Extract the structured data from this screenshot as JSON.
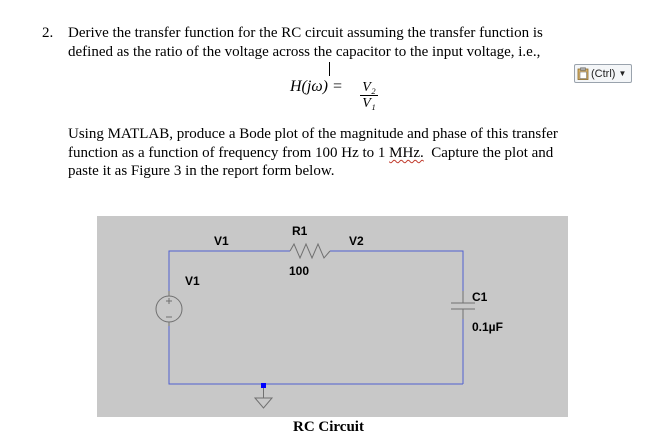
{
  "question": {
    "number": "2.",
    "line1": "Derive the transfer function for the RC circuit assuming the transfer function is",
    "line2": "defined as the ratio of the voltage across the capacitor to the input voltage, i.e.,",
    "equation_lhs": "H(jω) =",
    "equation_num": "V₂",
    "equation_den": "V₁",
    "line3": "Using MATLAB, produce a Bode plot of the magnitude and phase of this transfer",
    "line4_pre": "function as a function of frequency from 100 Hz to 1 ",
    "line4_mhz": "MHz.",
    "line4_post": "  Capture the plot and",
    "line5": "paste it as Figure 3 in the report form below."
  },
  "paste_options": {
    "label": "(Ctrl)",
    "icon": "clipboard-icon"
  },
  "schematic": {
    "source_label": "V1",
    "node_v1_label": "V1",
    "resistor_name": "R1",
    "resistor_value": "100",
    "node_v2_label": "V2",
    "capacitor_name": "C1",
    "capacitor_value": "0.1µF",
    "caption": "RC Circuit",
    "colors": {
      "background": "#c8c8c8",
      "wire": "#5060d0",
      "component": "#707070",
      "node": "#0000ff"
    }
  }
}
